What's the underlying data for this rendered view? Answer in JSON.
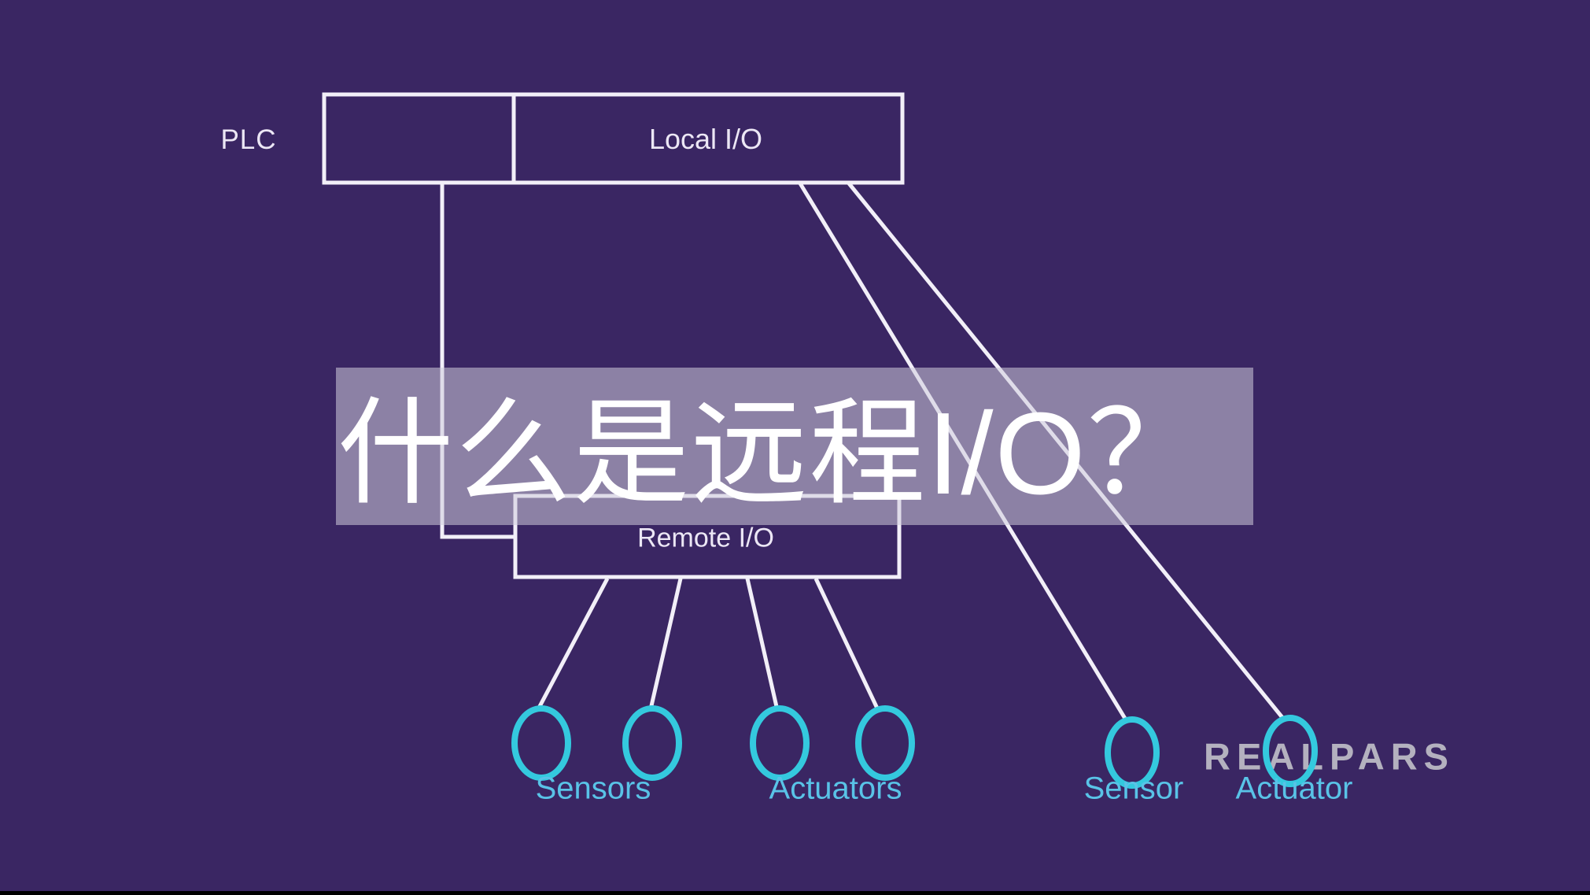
{
  "title_overlay": {
    "text": "什么是远程I/O？"
  },
  "plc_diagram": {
    "plc_label": "PLC",
    "local_io_label": "Local I/O",
    "remote_io_label": "Remote I/O"
  },
  "device_labels": {
    "sensors": "Sensors",
    "actuators": "Actuators",
    "sensor": "Sensor",
    "actuator": "Actuator"
  },
  "logo": {
    "text": "REALPARS"
  },
  "colors": {
    "background": "#3a2663",
    "line_white": "#f2eff8",
    "circle_cyan": "#34c9de",
    "label_cyan": "#59c3e7",
    "overlay": "rgba(208,204,221,0.55)",
    "title_text": "#ffffff",
    "logo_gray": "#b4b1bf"
  }
}
